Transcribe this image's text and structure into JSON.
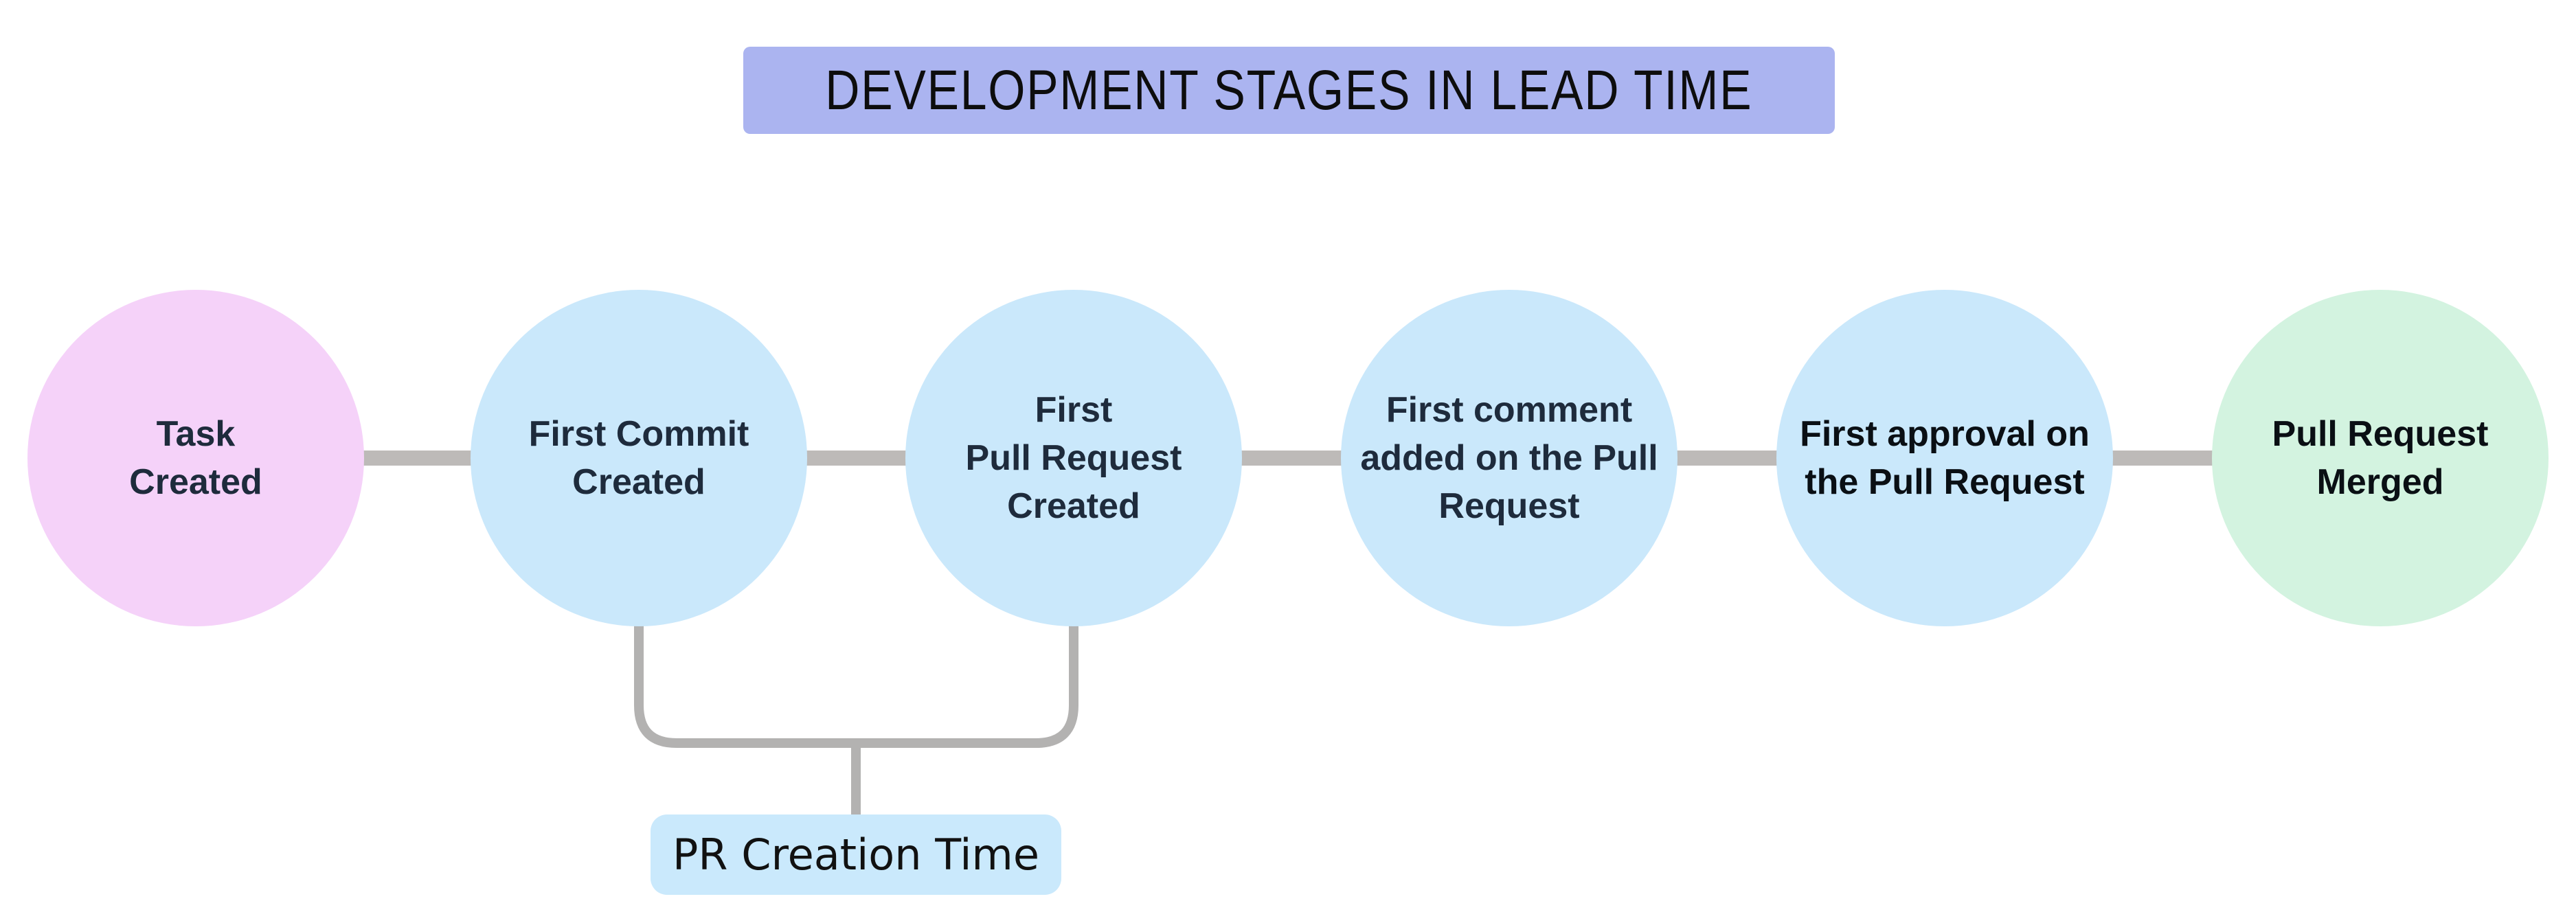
{
  "title": {
    "text": "DEVELOPMENT STAGES IN LEAD TIME",
    "bg_color": "#abb4f0",
    "text_color": "#0d0d0d"
  },
  "stages": [
    {
      "name": "task-created",
      "lines": [
        "Task",
        "Created"
      ],
      "fill_color": "#f5d2f9",
      "text_color": "#1e2b3c"
    },
    {
      "name": "first-commit-created",
      "lines": [
        "First Commit",
        "Created"
      ],
      "fill_color": "#cae8fb",
      "text_color": "#1e2b3c"
    },
    {
      "name": "first-pull-request-created",
      "lines": [
        "First",
        "Pull Request",
        "Created"
      ],
      "fill_color": "#cae8fb",
      "text_color": "#1e2b3c"
    },
    {
      "name": "first-comment-added",
      "lines": [
        "First comment",
        "added on the Pull",
        "Request"
      ],
      "fill_color": "#cae8fb",
      "text_color": "#1e2b3c"
    },
    {
      "name": "first-approval",
      "lines": [
        "First approval on",
        "the Pull Request"
      ],
      "fill_color": "#cae8fb",
      "text_color": "#0a0f14"
    },
    {
      "name": "pull-request-merged",
      "lines": [
        "Pull Request",
        "Merged"
      ],
      "fill_color": "#d3f3e0",
      "text_color": "#0a0f14"
    }
  ],
  "annotation": {
    "label": "PR Creation Time",
    "bg_color": "#cae9fc",
    "text_color": "#111111",
    "from_stage": "First Commit Created",
    "to_stage": "First Pull Request Created"
  },
  "connector_color": "#bdbab8",
  "bracket_color": "#b3b2b1"
}
